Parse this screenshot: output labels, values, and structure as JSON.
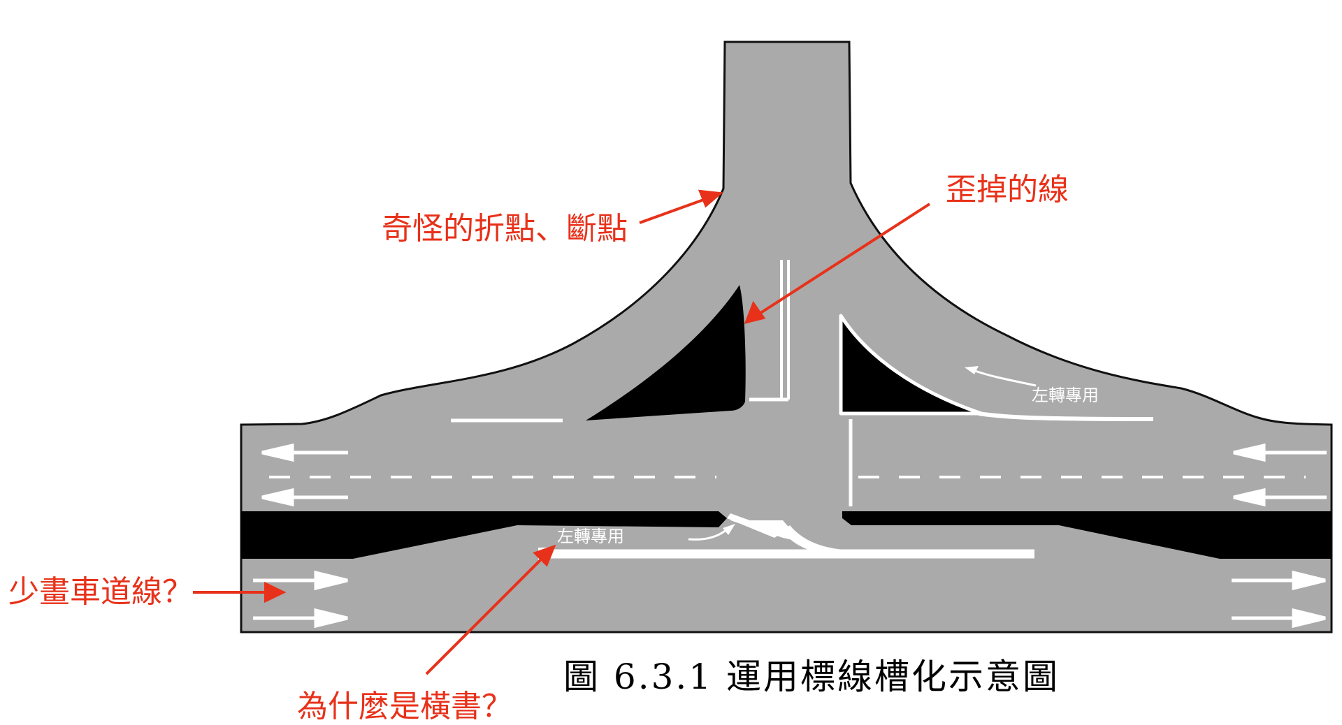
{
  "annotations": {
    "odd_points": "奇怪的折點、斷點",
    "skewed_line": "歪掉的線",
    "missing_lane_lines": "少畫車道線？",
    "why_horizontal": "為什麼是橫書？"
  },
  "road_labels": {
    "left_turn_upper": "左轉專用",
    "left_turn_lower": "左轉專用"
  },
  "caption": "圖 6.3.1 運用標線槽化示意圖",
  "colors": {
    "road": "#aaaaaa",
    "island": "#000000",
    "marking": "#ffffff",
    "annotation": "#e8311a",
    "outline": "#111111"
  }
}
